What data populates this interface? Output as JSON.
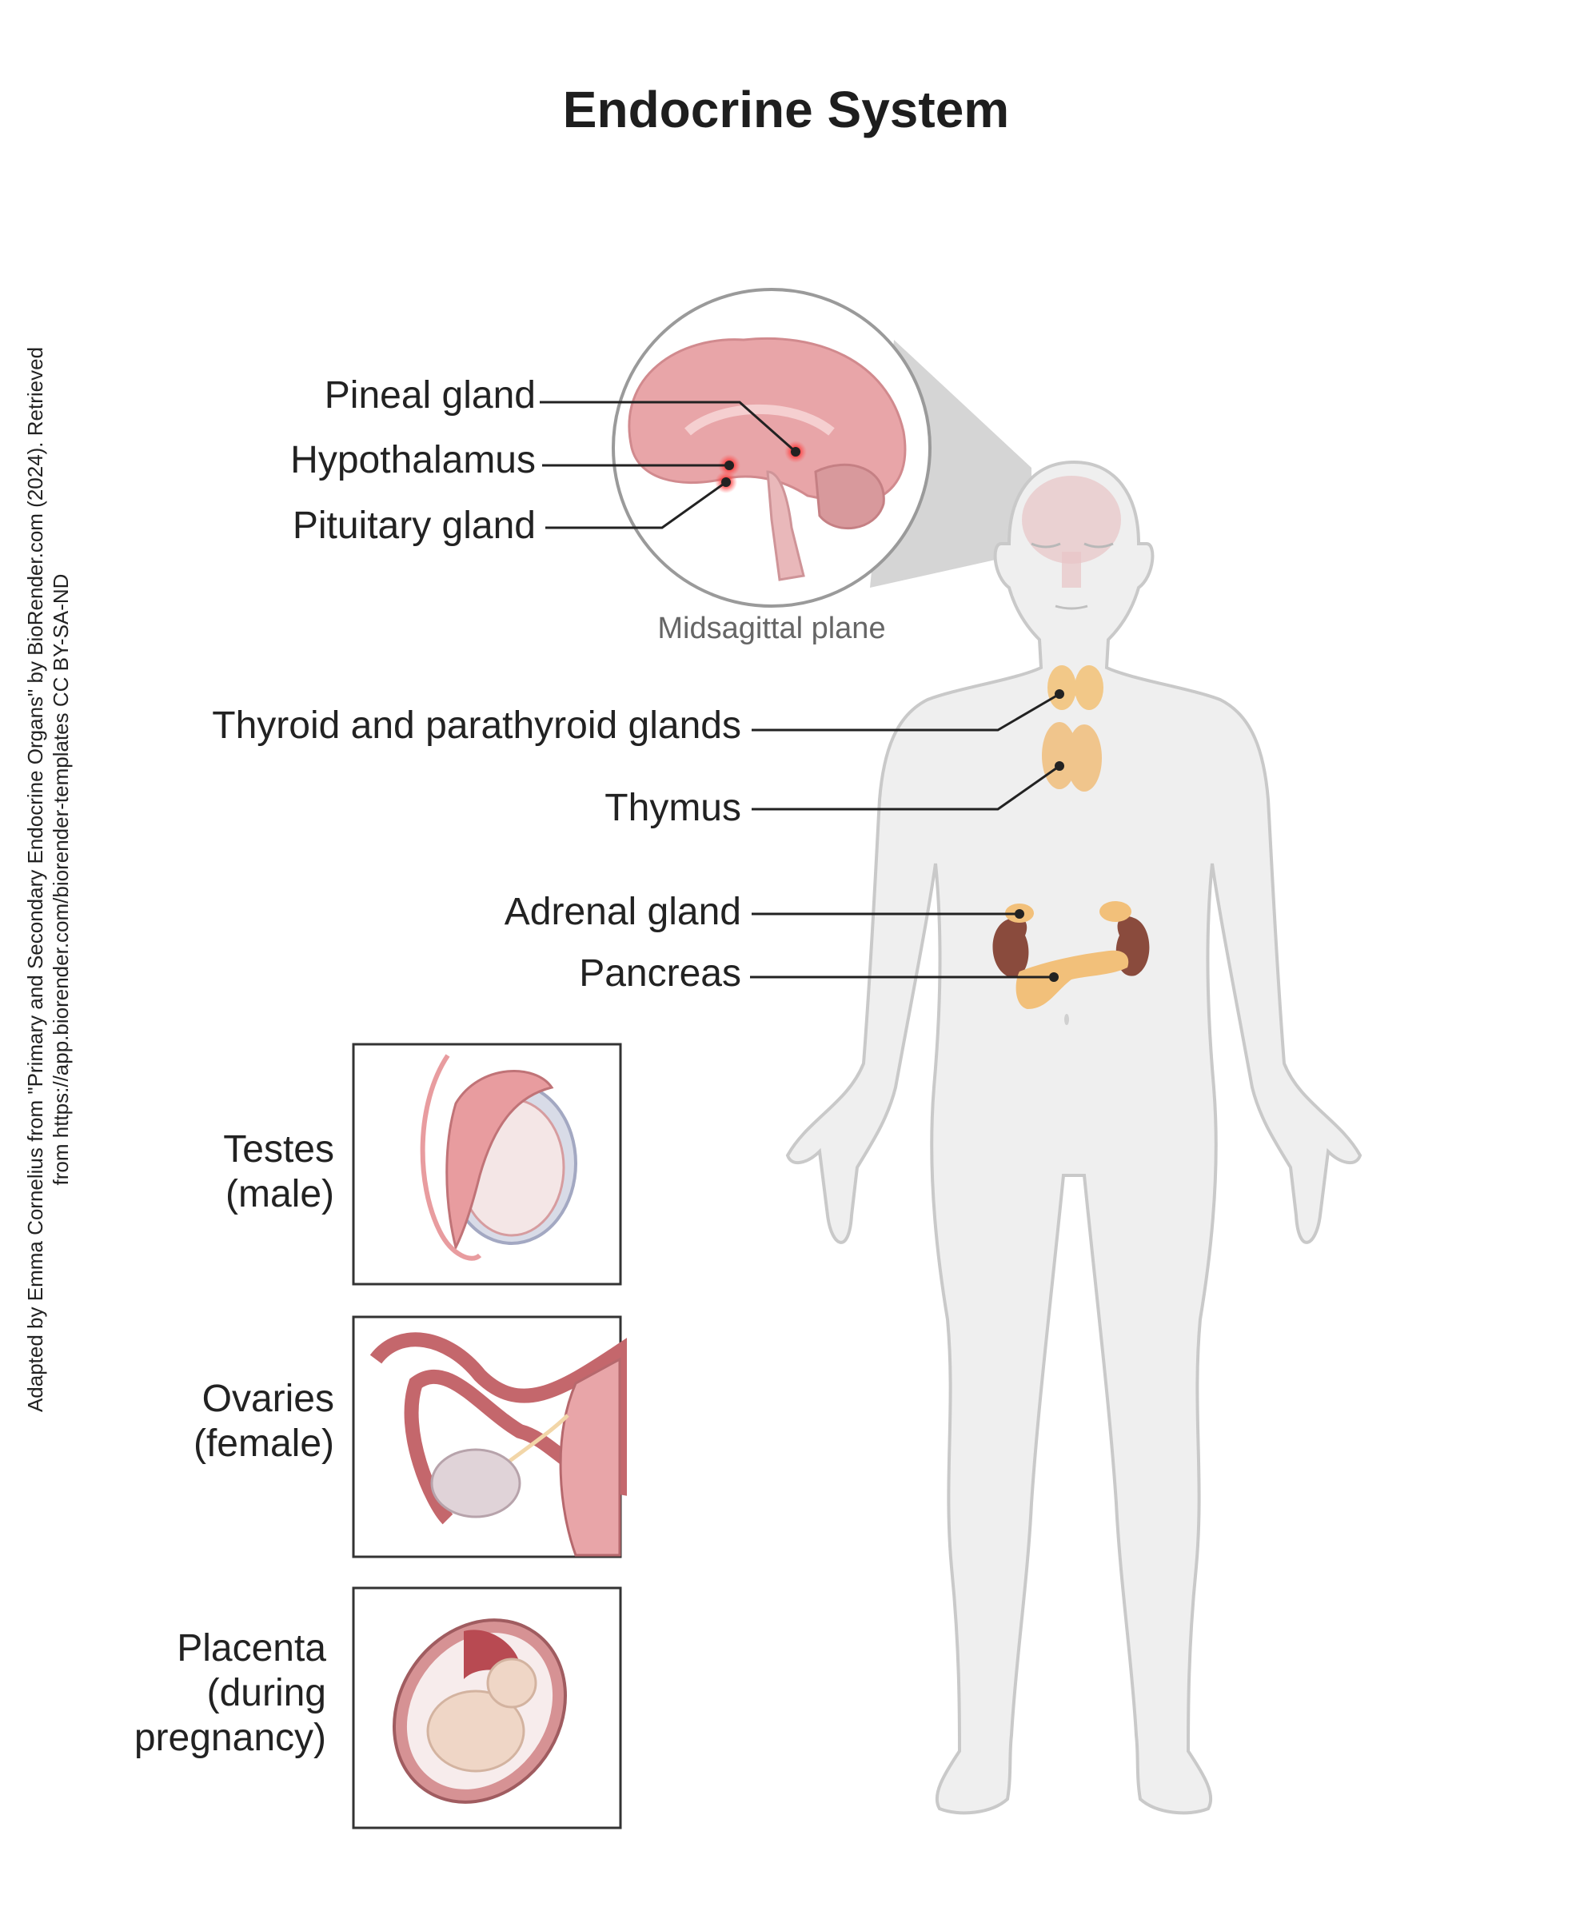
{
  "title": "Endocrine System",
  "credit": {
    "line1": "Adapted by Emma Cornelius from \"Primary and Secondary Endocrine Organs\" by BioRender.com (2024). Retrieved",
    "line2": "from https://app.biorender.com/biorender-templates CC BY-SA-ND"
  },
  "brain_inset": {
    "caption": "Midsagittal plane",
    "labels": {
      "pineal": "Pineal gland",
      "hypothalamus": "Hypothalamus",
      "pituitary": "Pituitary gland"
    }
  },
  "body_labels": {
    "thyroid": "Thyroid and parathyroid glands",
    "thymus": "Thymus",
    "adrenal": "Adrenal gland",
    "pancreas": "Pancreas"
  },
  "panels": {
    "testes": {
      "line1": "Testes",
      "line2": "(male)"
    },
    "ovaries": {
      "line1": "Ovaries",
      "line2": "(female)"
    },
    "placenta": {
      "line1": "Placenta",
      "line2": "(during",
      "line3": "pregnancy)"
    }
  },
  "colors": {
    "body_fill": "#efefef",
    "body_stroke": "#c9c9c9",
    "brain": "#e8a5a8",
    "gland": "#f2c888",
    "kidney": "#8a4b3d",
    "highlight": "#ff2a2a"
  }
}
